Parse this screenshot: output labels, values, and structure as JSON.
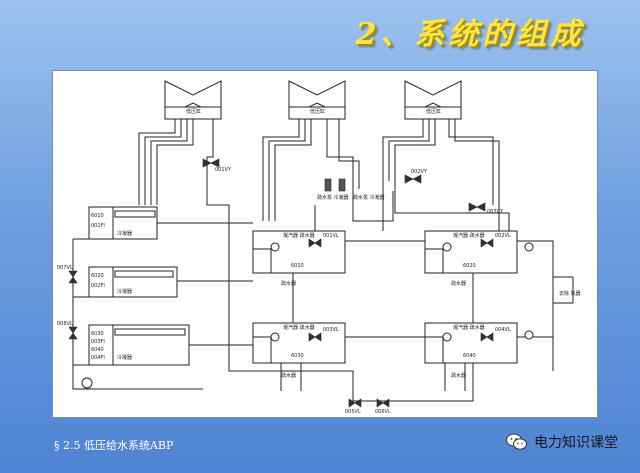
{
  "slide": {
    "title": "2、系统的组成",
    "footer_left": "§ 2.5 低压给水系统ABP",
    "footer_right": "电力知识课堂"
  },
  "diagram": {
    "turbines": [
      "低压缸",
      "低压缸",
      "低压缸"
    ],
    "condensers": [
      "冷凝器",
      "冷凝器",
      "冷凝器"
    ],
    "heaters_top": [
      "凝汽器 疏水器",
      "凝汽器 疏水器"
    ],
    "heaters_bottom": [
      "凝汽器 疏水器",
      "凝汽器 疏水器"
    ],
    "heater_tags": [
      "6010",
      "6020",
      "6030",
      "6040"
    ],
    "condensate_pumps": [
      "疏水泵 冷凝器",
      "疏水泵 冷凝器"
    ],
    "outlet_label": "去除 氧器",
    "drain_labels": [
      "疏水器",
      "疏水器",
      "疏水器",
      "疏水器"
    ],
    "valve_labels": [
      "001VY",
      "002VY",
      "003VY",
      "001VL",
      "002VL",
      "003VL",
      "004VL",
      "005VL",
      "006VL",
      "007VL",
      "008VL"
    ],
    "small_texts": [
      "6010",
      "6020",
      "6030",
      "6040",
      "001FI",
      "002FI",
      "003FI",
      "004FI"
    ]
  }
}
